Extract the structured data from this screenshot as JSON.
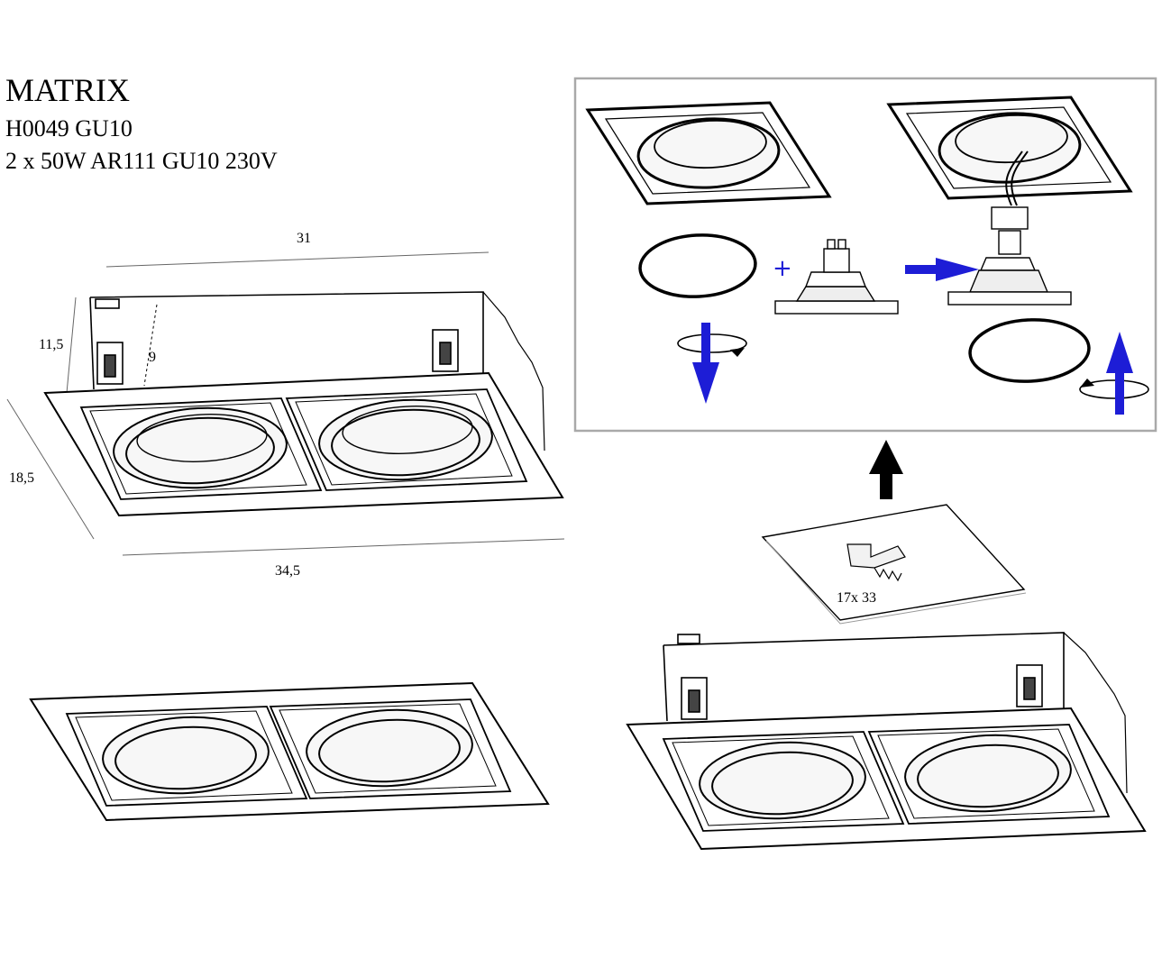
{
  "product": {
    "name": "MATRIX",
    "code": "H0049 GU10",
    "spec": "2 x 50W AR111 GU10 230V"
  },
  "dimensions": {
    "width_top": "31",
    "depth_left": "11,5",
    "inner_depth": "9",
    "side_depth": "18,5",
    "width_bottom": "34,5"
  },
  "cutout": {
    "label": "17x 33"
  },
  "colors": {
    "arrow_blue": "#1d1dd6",
    "line": "#000000",
    "panel_border": "#a9a9a9",
    "ring_fill": "#f7f7f7"
  }
}
